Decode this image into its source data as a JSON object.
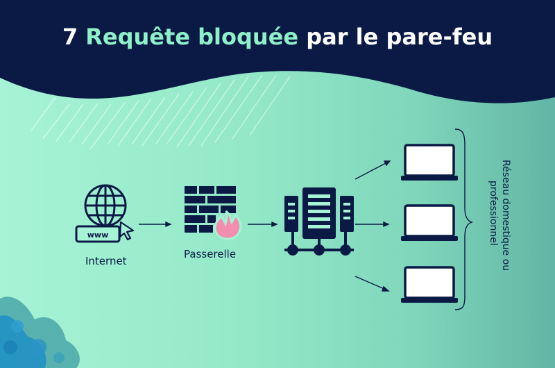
{
  "header": {
    "number": "7",
    "highlight": "Requête bloquée",
    "rest": "par le pare-feu"
  },
  "nodes": {
    "internet": {
      "label": "Internet",
      "icon_text": "www",
      "icon": "globe-www-icon"
    },
    "gateway": {
      "label": "Passerelle",
      "icon": "firewall-icon"
    },
    "server": {
      "icon": "server-icon"
    },
    "network": {
      "label_line1": "Réseau domestique ou",
      "label_line2": "professionnel",
      "icon": "laptop-icon"
    }
  },
  "colors": {
    "navy": "#0b1a45",
    "mint": "#8ff0c9",
    "flame": "#f28fb0"
  }
}
